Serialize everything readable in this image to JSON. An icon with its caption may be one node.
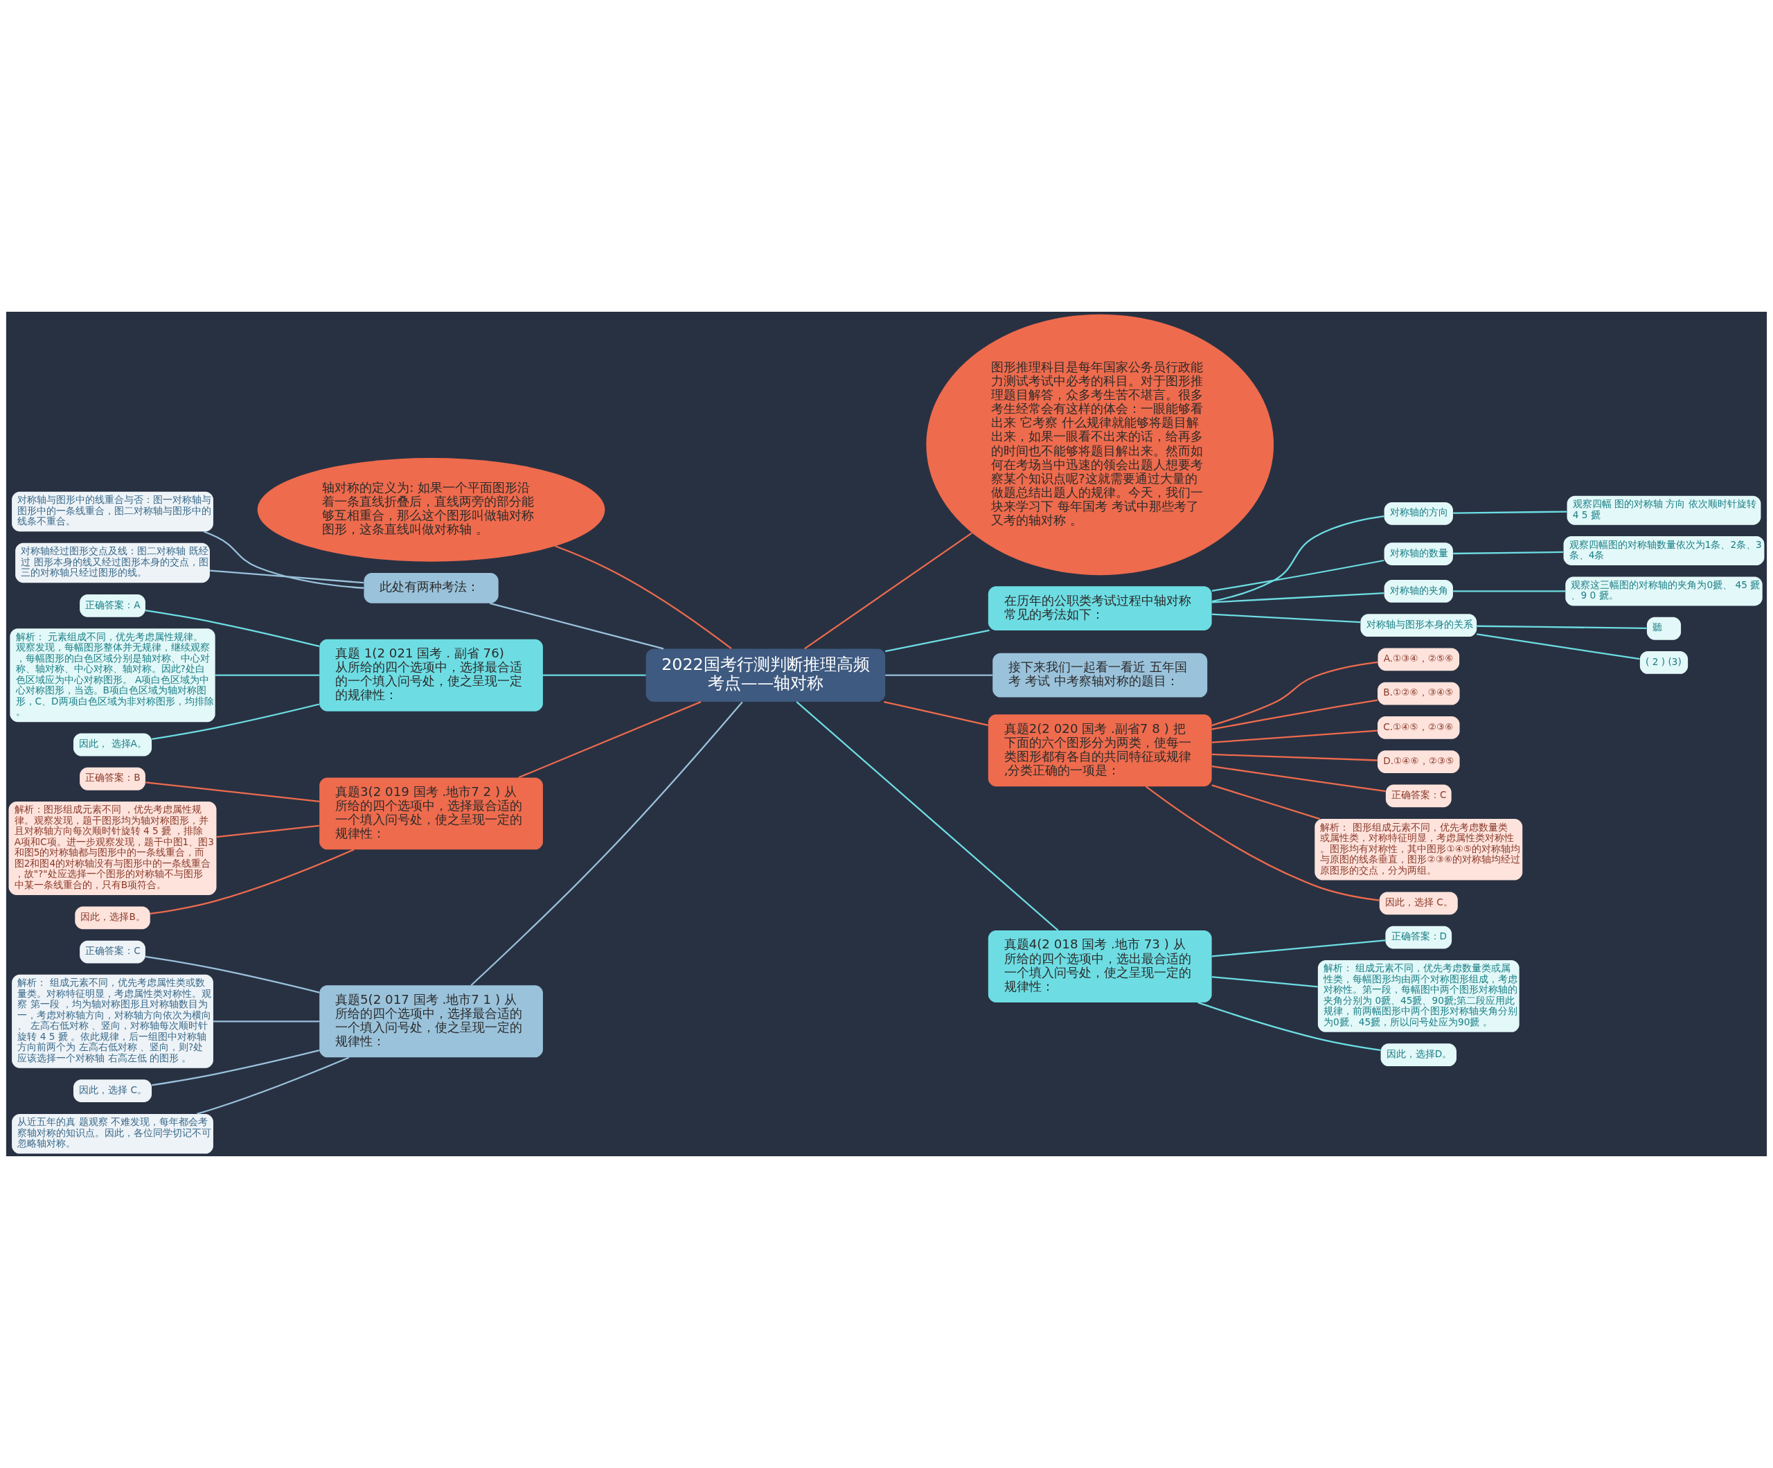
{
  "diagram": {
    "nodes": [
      {
        "text": [
          "2022国考行测判断推理高频考点——轴对称"
        ]
      },
      {
        "text": [
          "轴对称的定义为: 如果一个平面图形沿着一条直线折叠后，直线两旁的部分能够互相重合，那么这个图形叫做轴对称图形，这条直线叫做对称轴 。"
        ]
      },
      {
        "text": [
          "此处有两种考法："
        ]
      },
      {
        "text": [
          "对称轴与图形中的线重合与否：图一对称轴与图形中的一条线重合，图二对称轴与图形中的线条不重合。"
        ]
      },
      {
        "text": [
          "对称轴经过图形交点及线：图二对称轴 既经过 图形本身的线又经过图形本身的交点，图三的对称轴只经过图形的线。"
        ]
      },
      {
        "text": [
          "真题 1(2 021 国考 . 副省 76) 从所给的四个选项中，选择最合适的一个填入问号处，使之呈现一定的规律性："
        ]
      },
      {
        "text": [
          "正确答案：A"
        ]
      },
      {
        "text": [
          "解析： 元素组成不同，优先考虑属性规律。观察发现，每幅图形整体并无规律，继续观察，每幅图形的白色区域分别是轴对称、中心对称、轴对称、中心对称、轴对称。因此?处白色区域应为中心对称图形。 A项白色区域为中心对称图形，当选。B项白色区域为轴对称图形，C、D两项白色区域为非对称图形，均排除。"
        ]
      },
      {
        "text": [
          "因此， 选择A。"
        ]
      },
      {
        "text": [
          "真题3(2 019 国考 .地市7 2 ) 从所给的四个选项中，选择最合适的一个填入问号处，使之呈现一定的规律性："
        ]
      },
      {
        "text": [
          "正确答案：B"
        ]
      },
      {
        "text": [
          "解析：图形组成元素不同 ，优先考虑属性规律。观察发现，题干图形均为轴对称图形，并且对称轴方向每次顺时针旋转 4 5 搋 ，排除A项和C项。进一步观察发现，题干中图1、图3和图5的对称轴都与图形中的一条线重合，而图2和图4的对称轴没有与图形中的一条线重合，故\"?\"处应选择一个图形的对称轴不与图形中某一条线重合的，只有B项符合。"
        ]
      },
      {
        "text": [
          "因此，选择B。"
        ]
      },
      {
        "text": [
          "真题5(2 017 国考 .地市7 1 ) 从所给的四个选项中，选择最合适的一个填入问号处，使之呈现一定的规律性："
        ]
      },
      {
        "text": [
          "正确答案：C"
        ]
      },
      {
        "text": [
          "解析： 组成元素不同，优先考虑属性类或数量类。对称特征明显，考虑属性类对称性。观察 第一段 ，均为轴对称图形且对称轴数目为一，考虑对称轴方向，对称轴方向依次为横向、 左高右低对称 、竖向，对称轴每次顺时针旋转 4 5 搋 。依此规律，后一组图中对称轴方向前两个为 左高右低对称 、竖向，则?处应该选择一个对称轴 右高左低 的图形 。"
        ]
      },
      {
        "text": [
          "因此，选择 C。"
        ]
      },
      {
        "text": [
          "从近五年的真 题观察 不难发现，每年都会考察轴对称的知识点。因此，各位同学切记不可忽略轴对称。"
        ]
      },
      {
        "text": [
          "图形推理科目是每年国家公务员行政能力测试考试中必考的科目。对于图形推理题目解答，众多考生苦不堪言。很多考生经常会有这样的体会：一眼能够看出来 它考察 什么规律就能够将题目解出来，如果一眼看不出来的话，给再多的时间也不能够将题目解出来。然而如何在考场当中迅速的领会出题人想要考察某个知识点呢?这就需要通过大量的做题总结出题人的规律。今天，我们一块来学习下 每年国考 考试中那些考了又考的轴对称 。"
        ]
      },
      {
        "text": [
          "在历年的公职类考试过程中轴对称常见的考法如下："
        ]
      },
      {
        "text": [
          "对称轴的方向"
        ]
      },
      {
        "text": [
          "观察四幅 图的对称轴 方向 依次顺时针旋转 4 5 搋"
        ]
      },
      {
        "text": [
          "对称轴的数量"
        ]
      },
      {
        "text": [
          "观察四幅图的对称轴数量依次为1条、2条、3条、4条"
        ]
      },
      {
        "text": [
          "对称轴的夹角"
        ]
      },
      {
        "text": [
          "观察这三幅图的对称轴的夹角为0搋、 45 搋、9 0 搋。"
        ]
      },
      {
        "text": [
          "对称轴与图形本身的关系"
        ]
      },
      {
        "text": [
          "聽"
        ]
      },
      {
        "text": [
          "( 2 ) (3)"
        ]
      },
      {
        "text": [
          "接下来我们一起看一看近 五年国考 考试 中考察轴对称的题目："
        ]
      },
      {
        "text": [
          "真题2(2 020 国考 .副省7 8 ) 把下面的六个图形分为两类，使每一类图形都有各自的共同特征或规律 ,分类正确的一项是："
        ]
      },
      {
        "text": [
          "A.①③④，②⑤⑥"
        ]
      },
      {
        "text": [
          "B.①②⑥，③④⑤"
        ]
      },
      {
        "text": [
          "C.①④⑤，②③⑥"
        ]
      },
      {
        "text": [
          "D.①④⑥，②③⑤"
        ]
      },
      {
        "text": [
          "正确答案：C"
        ]
      },
      {
        "text": [
          "解析： 图形组成元素不同，优先考虑数量类或属性类，对称特征明显，考虑属性类对称性。图形均有对称性，其中图形①④⑤的对称轴均与原图的线条垂直，图形②③⑥的对称轴均经过原图形的交点，分为两组。"
        ]
      },
      {
        "text": [
          "因此，选择 C。"
        ]
      },
      {
        "text": [
          "真题4(2 018 国考 .地市 73 ) 从所给的四个选项中，选出最合适的一个填入问号处，使之呈现一定的规律性："
        ]
      },
      {
        "text": [
          "正确答案：D"
        ]
      },
      {
        "text": [
          "解析： 组成元素不同，优先考虑数量类或属性类，每幅图形均由两个对称图形组成，考虑对称性。第一段，每幅图中两个图形对称轴的夹角分别为 0搋、45搋、90搋;第二段应用此规律，前两幅图形中两个图形对称轴夹角分别为0搋、45搋，所以问号处应为90搋 。"
        ]
      },
      {
        "text": [
          "因此，选择D。"
        ]
      }
    ],
    "edges": [
      {
        "from": 1,
        "to": 0,
        "arrow": "none",
        "color": "#ee6b4d"
      },
      {
        "from": 2,
        "to": 0,
        "arrow": "none",
        "color": "#9ac2db"
      },
      {
        "from": 3,
        "to": 2,
        "arrow": "none",
        "color": "#9ac2db"
      },
      {
        "from": 4,
        "to": 2,
        "arrow": "none",
        "color": "#9ac2db"
      },
      {
        "from": 5,
        "to": 0,
        "arrow": "none"
      },
      {
        "from": 6,
        "to": 5,
        "arrow": "none"
      },
      {
        "from": 7,
        "to": 5,
        "arrow": "none"
      },
      {
        "from": 8,
        "to": 5,
        "arrow": "none"
      },
      {
        "from": 9,
        "to": 0,
        "arrow": "none",
        "color": "#ee6b4d"
      },
      {
        "from": 10,
        "to": 9,
        "arrow": "none",
        "color": "#ee6b4d"
      },
      {
        "from": 11,
        "to": 9,
        "arrow": "none",
        "color": "#ee6b4d"
      },
      {
        "from": 12,
        "to": 9,
        "arrow": "none",
        "color": "#ee6b4d"
      },
      {
        "from": 13,
        "to": 0,
        "arrow": "none",
        "color": "#9ac2db"
      },
      {
        "from": 14,
        "to": 13,
        "arrow": "none",
        "color": "#9ac2db"
      },
      {
        "from": 15,
        "to": 13,
        "arrow": "none",
        "color": "#9ac2db"
      },
      {
        "from": 16,
        "to": 13,
        "arrow": "none",
        "color": "#9ac2db"
      },
      {
        "from": 17,
        "to": 13,
        "arrow": "none",
        "color": "#9ac2db"
      },
      {
        "from": 0,
        "to": 18,
        "arrow": "none",
        "color": "#ee6b4d"
      },
      {
        "from": 0,
        "to": 19,
        "arrow": "none"
      },
      {
        "from": 19,
        "to": 20,
        "arrow": "none"
      },
      {
        "from": 20,
        "to": 21,
        "arrow": "none"
      },
      {
        "from": 19,
        "to": 22,
        "arrow": "none"
      },
      {
        "from": 22,
        "to": 23,
        "arrow": "none"
      },
      {
        "from": 19,
        "to": 24,
        "arrow": "none"
      },
      {
        "from": 24,
        "to": 25,
        "arrow": "none"
      },
      {
        "from": 19,
        "to": 26,
        "arrow": "none"
      },
      {
        "from": 26,
        "to": 27,
        "arrow": "none"
      },
      {
        "from": 26,
        "to": 28,
        "arrow": "none"
      },
      {
        "from": 0,
        "to": 29,
        "arrow": "none",
        "color": "#9ac2db"
      },
      {
        "from": 0,
        "to": 30,
        "arrow": "none",
        "color": "#ee6b4d"
      },
      {
        "from": 30,
        "to": 31,
        "arrow": "none",
        "color": "#ee6b4d"
      },
      {
        "from": 30,
        "to": 32,
        "arrow": "none",
        "color": "#ee6b4d"
      },
      {
        "from": 30,
        "to": 33,
        "arrow": "none",
        "color": "#ee6b4d"
      },
      {
        "from": 30,
        "to": 34,
        "arrow": "none",
        "color": "#ee6b4d"
      },
      {
        "from": 30,
        "to": 35,
        "arrow": "none",
        "color": "#ee6b4d"
      },
      {
        "from": 30,
        "to": 36,
        "arrow": "none",
        "color": "#ee6b4d"
      },
      {
        "from": 30,
        "to": 37,
        "arrow": "none",
        "color": "#ee6b4d"
      },
      {
        "from": 0,
        "to": 38,
        "arrow": "none"
      },
      {
        "from": 38,
        "to": 39,
        "arrow": "none"
      },
      {
        "from": 38,
        "to": 40,
        "arrow": "none"
      },
      {
        "from": 38,
        "to": 41,
        "arrow": "none"
      }
    ]
  }
}
